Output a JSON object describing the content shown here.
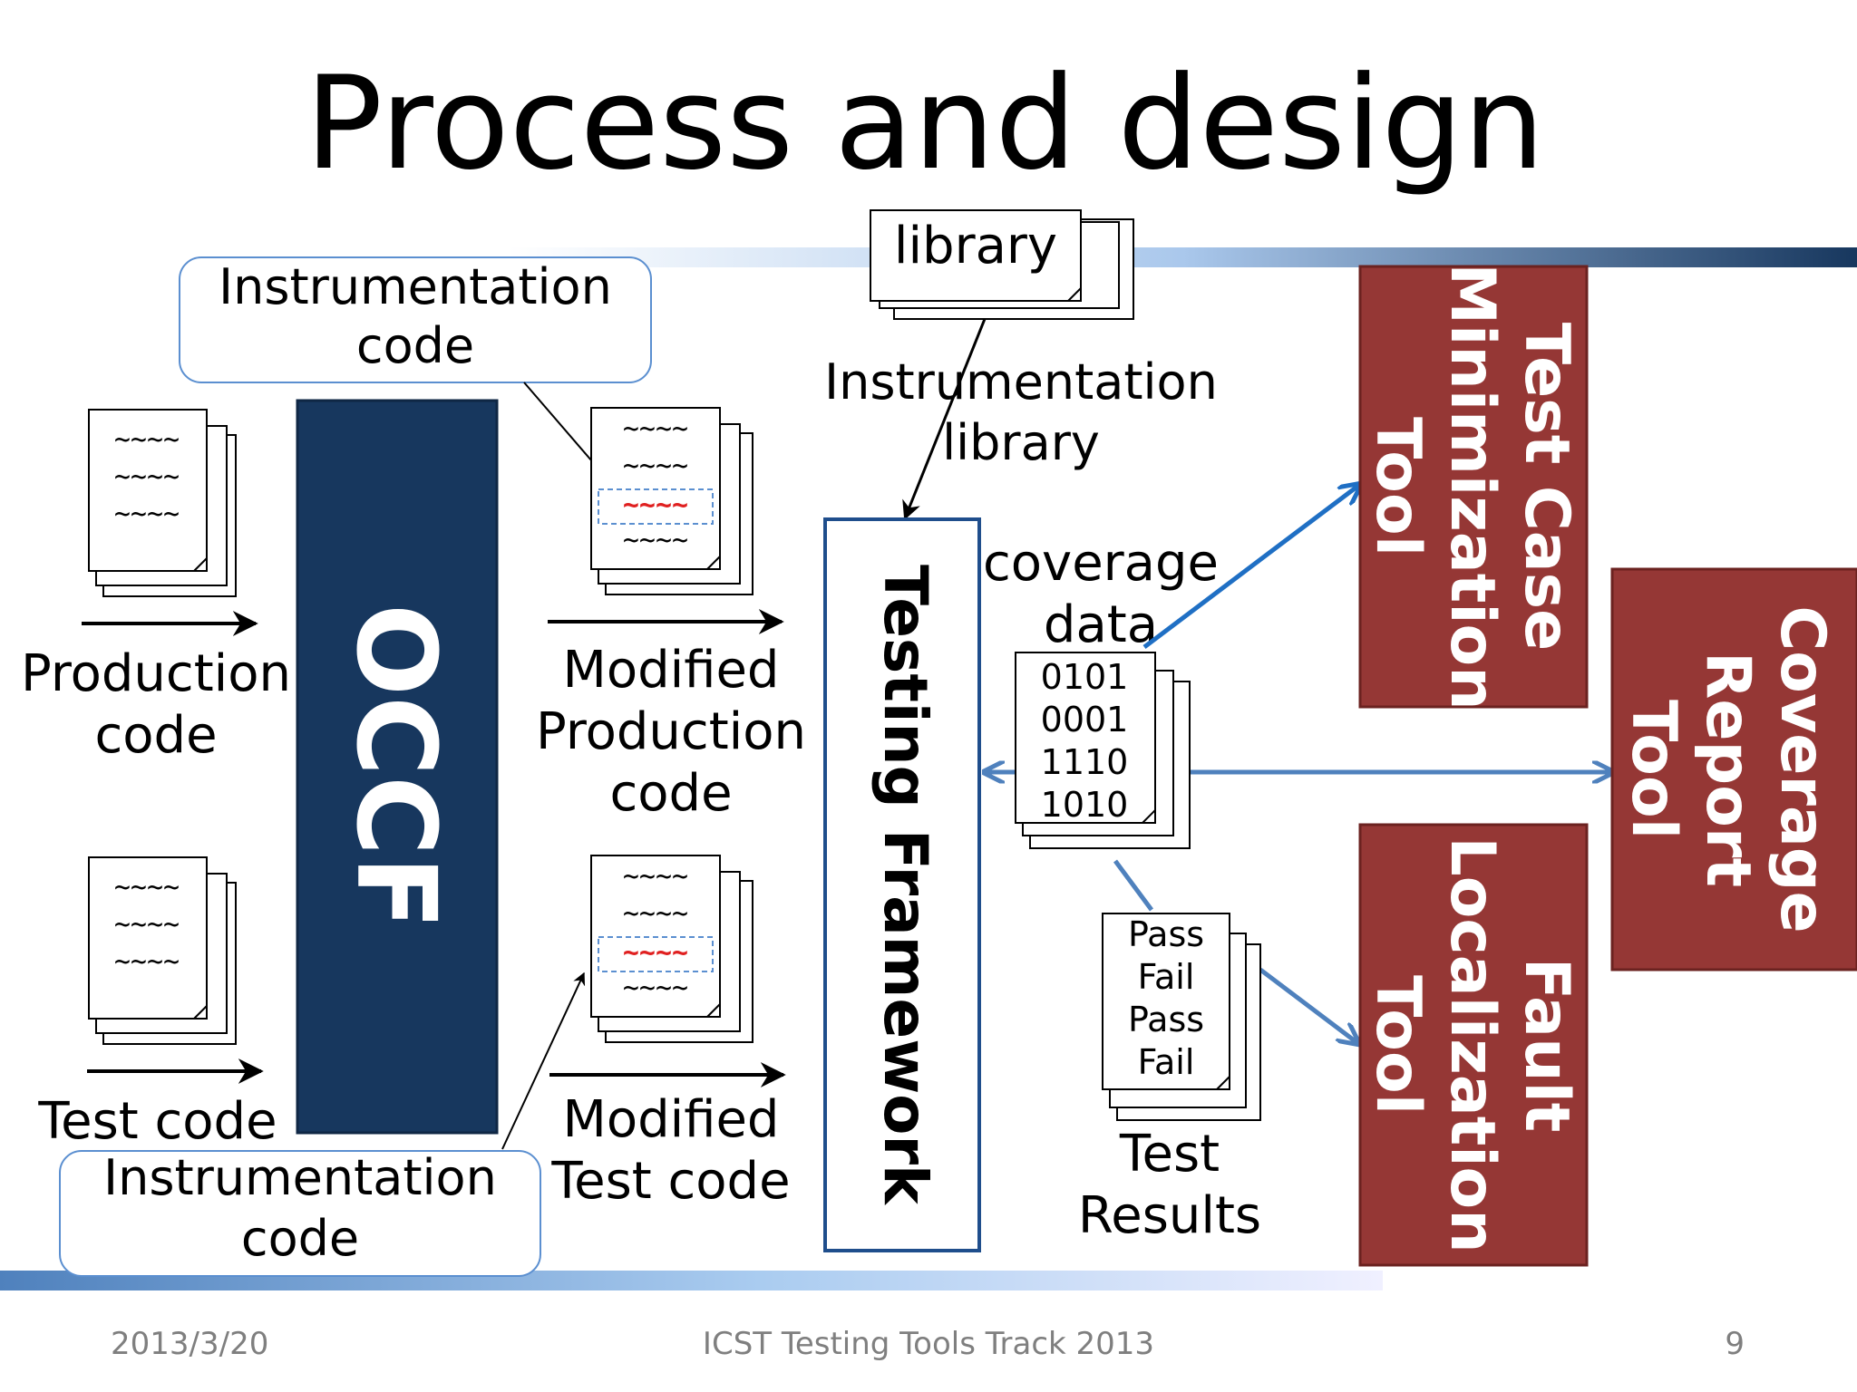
{
  "title": "Process and design",
  "labels": {
    "library": "library",
    "instr_code_top": [
      "Instrumentation",
      "code"
    ],
    "instr_code_bottom": [
      "Instrumentation",
      "code"
    ],
    "instr_library": [
      "Instrumentation",
      "library"
    ],
    "production_code": [
      "Production",
      "code"
    ],
    "test_code": "Test code",
    "occf": "OCCF",
    "modified_production": [
      "Modified",
      "Production",
      "code"
    ],
    "modified_test": [
      "Modified",
      "Test code"
    ],
    "testing_framework": "Testing Framework",
    "coverage_data": [
      "coverage",
      "data"
    ],
    "binary_lines": [
      "0101",
      "0001",
      "1110",
      "1010"
    ],
    "results_lines": [
      "Pass",
      "Fail",
      "Pass",
      "Fail"
    ],
    "test_results": [
      "Test",
      "Results"
    ],
    "tc_min_tool": [
      "Test Case",
      "Minimization",
      "Tool"
    ],
    "coverage_report_tool": [
      "Coverage",
      "Report",
      "Tool"
    ],
    "fault_loc_tool": [
      "Fault",
      "Localization",
      "Tool"
    ],
    "squiggle": "~~~~"
  },
  "footer": {
    "date": "2013/3/20",
    "event": "ICST Testing Tools Track 2013",
    "page": "9"
  },
  "colors": {
    "occf_box": "#17375e",
    "tool_box": "#953735",
    "frame_border": "#1f4e8c",
    "arrow_blue": "#1f6fc4",
    "arrow_light": "#4f81bd",
    "callout_border": "#5b8fd0",
    "highlight": "#e02020"
  }
}
